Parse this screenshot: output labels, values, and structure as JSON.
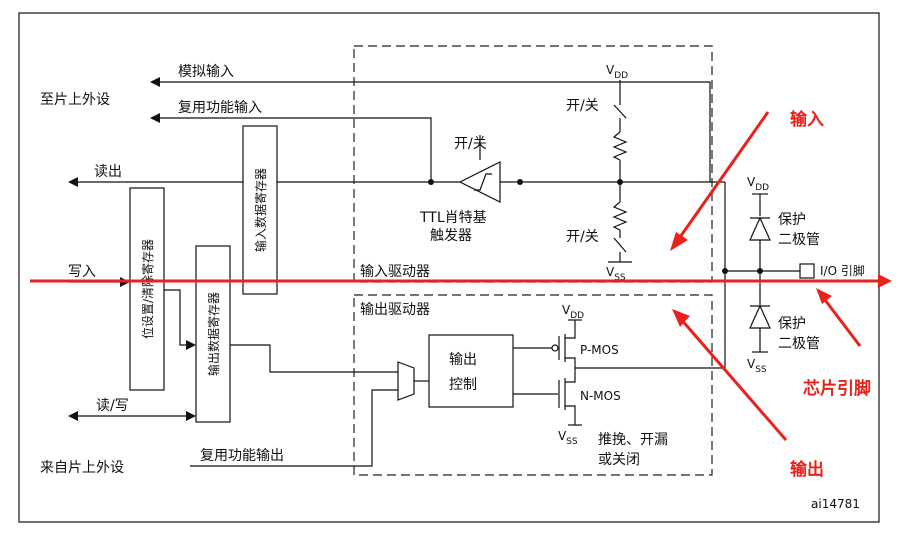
{
  "labels": {
    "to_onchip_peripheral": "至片上外设",
    "analog_input": "模拟输入",
    "alt_func_input": "复用功能输入",
    "read_out": "读出",
    "write_in": "写入",
    "read_write": "读/写",
    "from_onchip_peripheral": "来自片上外设",
    "alt_func_output": "复用功能输出",
    "bit_set_reset_register": "位设置/清除寄存器",
    "output_data_register": "输出数据寄存器",
    "input_data_register": "输入数据寄存器",
    "on_off_1": "开/关",
    "on_off_2": "开/关",
    "on_off_3": "开/关",
    "ttl_schmitt_line1": "TTL肖特基",
    "ttl_schmitt_line2": "触发器",
    "input_driver": "输入驱动器",
    "output_driver": "输出驱动器",
    "output_control_line1": "输出",
    "output_control_line2": "控制",
    "vdd_1": "V",
    "vdd_sub": "DD",
    "vss_sub": "SS",
    "pmos": "P-MOS",
    "nmos": "N-MOS",
    "push_pull_line1": "推挽、开漏",
    "push_pull_line2": "或关闭",
    "protect_diode_line1": "保护",
    "protect_diode_line2": "二极管",
    "io_pin": "I/O 引脚",
    "figure_id": "ai14781"
  },
  "annotations": {
    "input": "输入",
    "output": "输出",
    "chip_pin": "芯片引脚"
  },
  "colors": {
    "annotation": "#e8211b",
    "line": "#111111"
  }
}
